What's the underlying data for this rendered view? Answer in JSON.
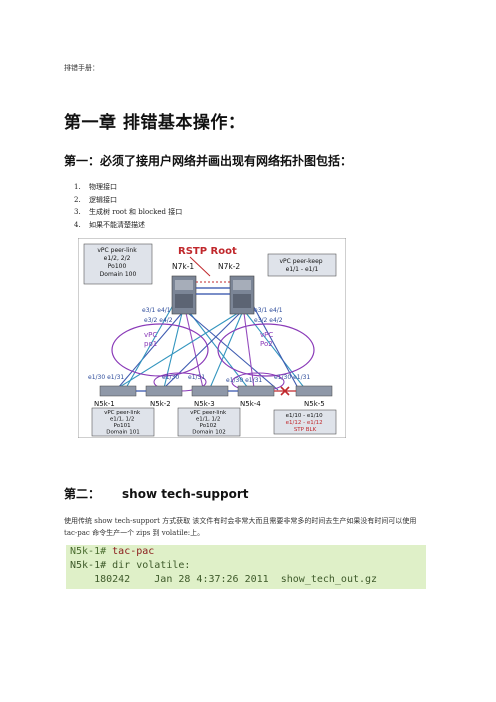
{
  "doc": {
    "top_note": "排错手册：",
    "chapter_title": "第一章  排错基本操作：",
    "section1_title": "第一：必须了接用户网络并画出现有网络拓扑图包括：",
    "list1": [
      {
        "num": "1.",
        "text": "物理接口"
      },
      {
        "num": "2.",
        "text": "逻辑接口"
      },
      {
        "num": "3.",
        "text": "生成树 root 和 blocked 接口"
      },
      {
        "num": "4.",
        "text": "如果不能清楚描述"
      }
    ],
    "section2_title": "第二：",
    "section2_cmd": "show tech-support",
    "paragraph": "使用传统 show tech-support 方式获取  该文件有时会非常大而且需要非常多的时间去生产如果没有时间可以使用  tac-pac  命令生产一个 zips  到  volatile:上。",
    "console": {
      "line1_prompt": "N5k-1# ",
      "line1_cmd": "tac-pac",
      "line2": "N5k-1# dir volatile:",
      "line3": "    180242    Jan 28 4:37:26 2011  show_tech_out.gz"
    }
  },
  "diagram": {
    "rstp_label": "RSTP Root",
    "n7k1": "N7k-1",
    "n7k2": "N7k-2",
    "box_tl": [
      "vPC peer-link",
      "e1/2, 2/2",
      "Po100",
      "Domain 100"
    ],
    "box_tr": [
      "vPC peer-keep",
      "e1/1 - e1/1"
    ],
    "left_ports": [
      "e3/1 e4/1",
      "e3/2 e4/2"
    ],
    "right_ports": [
      "e3/1 e4/1",
      "e3/2 e4/2"
    ],
    "vpc_left": [
      "vPC",
      "po1"
    ],
    "vpc_right": [
      "vPC",
      "Po2"
    ],
    "access_ports": [
      "e1/30 e1/31",
      "e1/30",
      "e1/31",
      "e1/30 e1/31",
      "e1/30 e1/31"
    ],
    "n5k": [
      "N5k-1",
      "N5k-2",
      "N5k-3",
      "N5k-4",
      "N5k-5"
    ],
    "box_bl": [
      "vPC peer-link",
      "e1/1, 1/2",
      "Po101",
      "Domain 101"
    ],
    "box_bm": [
      "vPC peer-link",
      "e1/1, 1/2",
      "Po102",
      "Domain 102"
    ],
    "box_br": [
      "e1/10 - e1/10",
      "e1/12 - e1/12",
      "STP BLK"
    ],
    "colors": {
      "label_blue": "#2b4a9a",
      "root_red": "#c0282c",
      "link_cyan": "#1d8ab8",
      "link_purple": "#8a3ab8",
      "link_blue": "#2a4aa8",
      "box_fill": "#dfe3ea"
    }
  }
}
